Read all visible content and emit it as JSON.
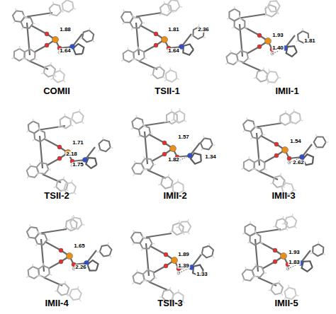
{
  "diagram": {
    "labels": [
      "COMII",
      "1.88",
      "1.64",
      "TSII-1",
      "1.81",
      "2.36",
      "1.64",
      "IMII-1",
      "1.93",
      "1.40",
      "1.81",
      "TSII-2",
      "1.71",
      "2.18",
      "1.75",
      "IMII-2",
      "1.57",
      "1.82",
      "1.34",
      "IMII-3",
      "1.54",
      "2.62",
      "IMII-4",
      "1.65",
      "2.26",
      "TSII-3",
      "1.89",
      "1.39",
      "1.33",
      "IMII-5",
      "1.93",
      "1.83"
    ]
  }
}
